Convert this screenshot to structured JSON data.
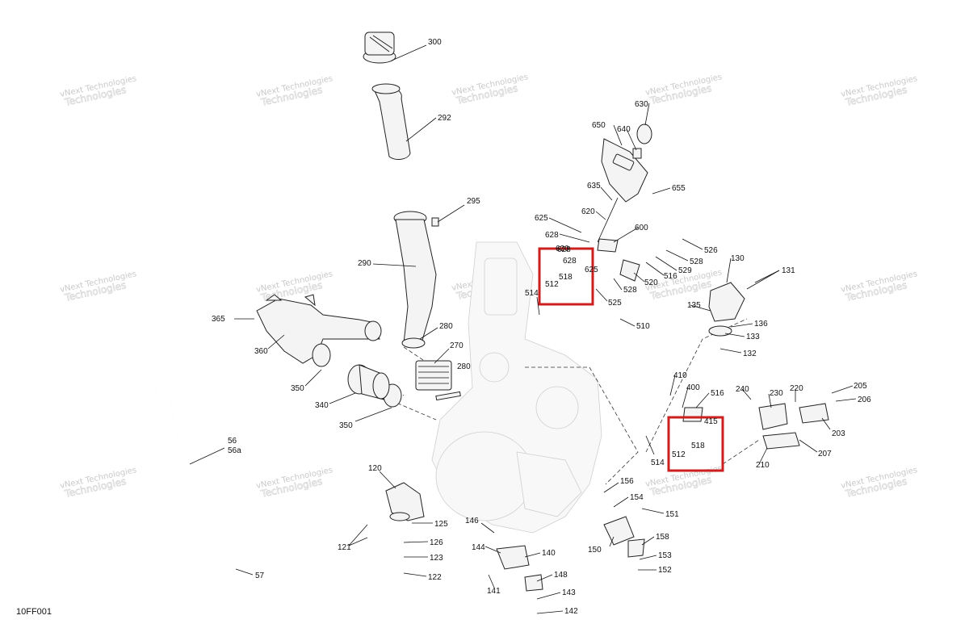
{
  "drawing_code": "10FF001",
  "watermark": {
    "line1": "vNext Technologies",
    "line2": "Technologies"
  },
  "highlight_color": "#cc1f1f",
  "callouts": [
    "300",
    "292",
    "295",
    "290",
    "280",
    "270",
    "280",
    "365",
    "360",
    "350",
    "340",
    "350",
    "56",
    "56a",
    "57",
    "120",
    "125",
    "126",
    "121",
    "123",
    "122",
    "146",
    "144",
    "140",
    "141",
    "148",
    "143",
    "142",
    "156",
    "154",
    "151",
    "150",
    "158",
    "153",
    "152",
    "630",
    "650",
    "640",
    "655",
    "635",
    "620",
    "625",
    "600",
    "628",
    "628",
    "628",
    "625",
    "620",
    "526",
    "528",
    "529",
    "516",
    "520",
    "512",
    "518",
    "528",
    "514",
    "525",
    "510",
    "130",
    "131",
    "135",
    "136",
    "133",
    "132",
    "410",
    "400",
    "516",
    "415",
    "518",
    "512",
    "514",
    "240",
    "230",
    "220",
    "205",
    "206",
    "203",
    "207",
    "210"
  ]
}
